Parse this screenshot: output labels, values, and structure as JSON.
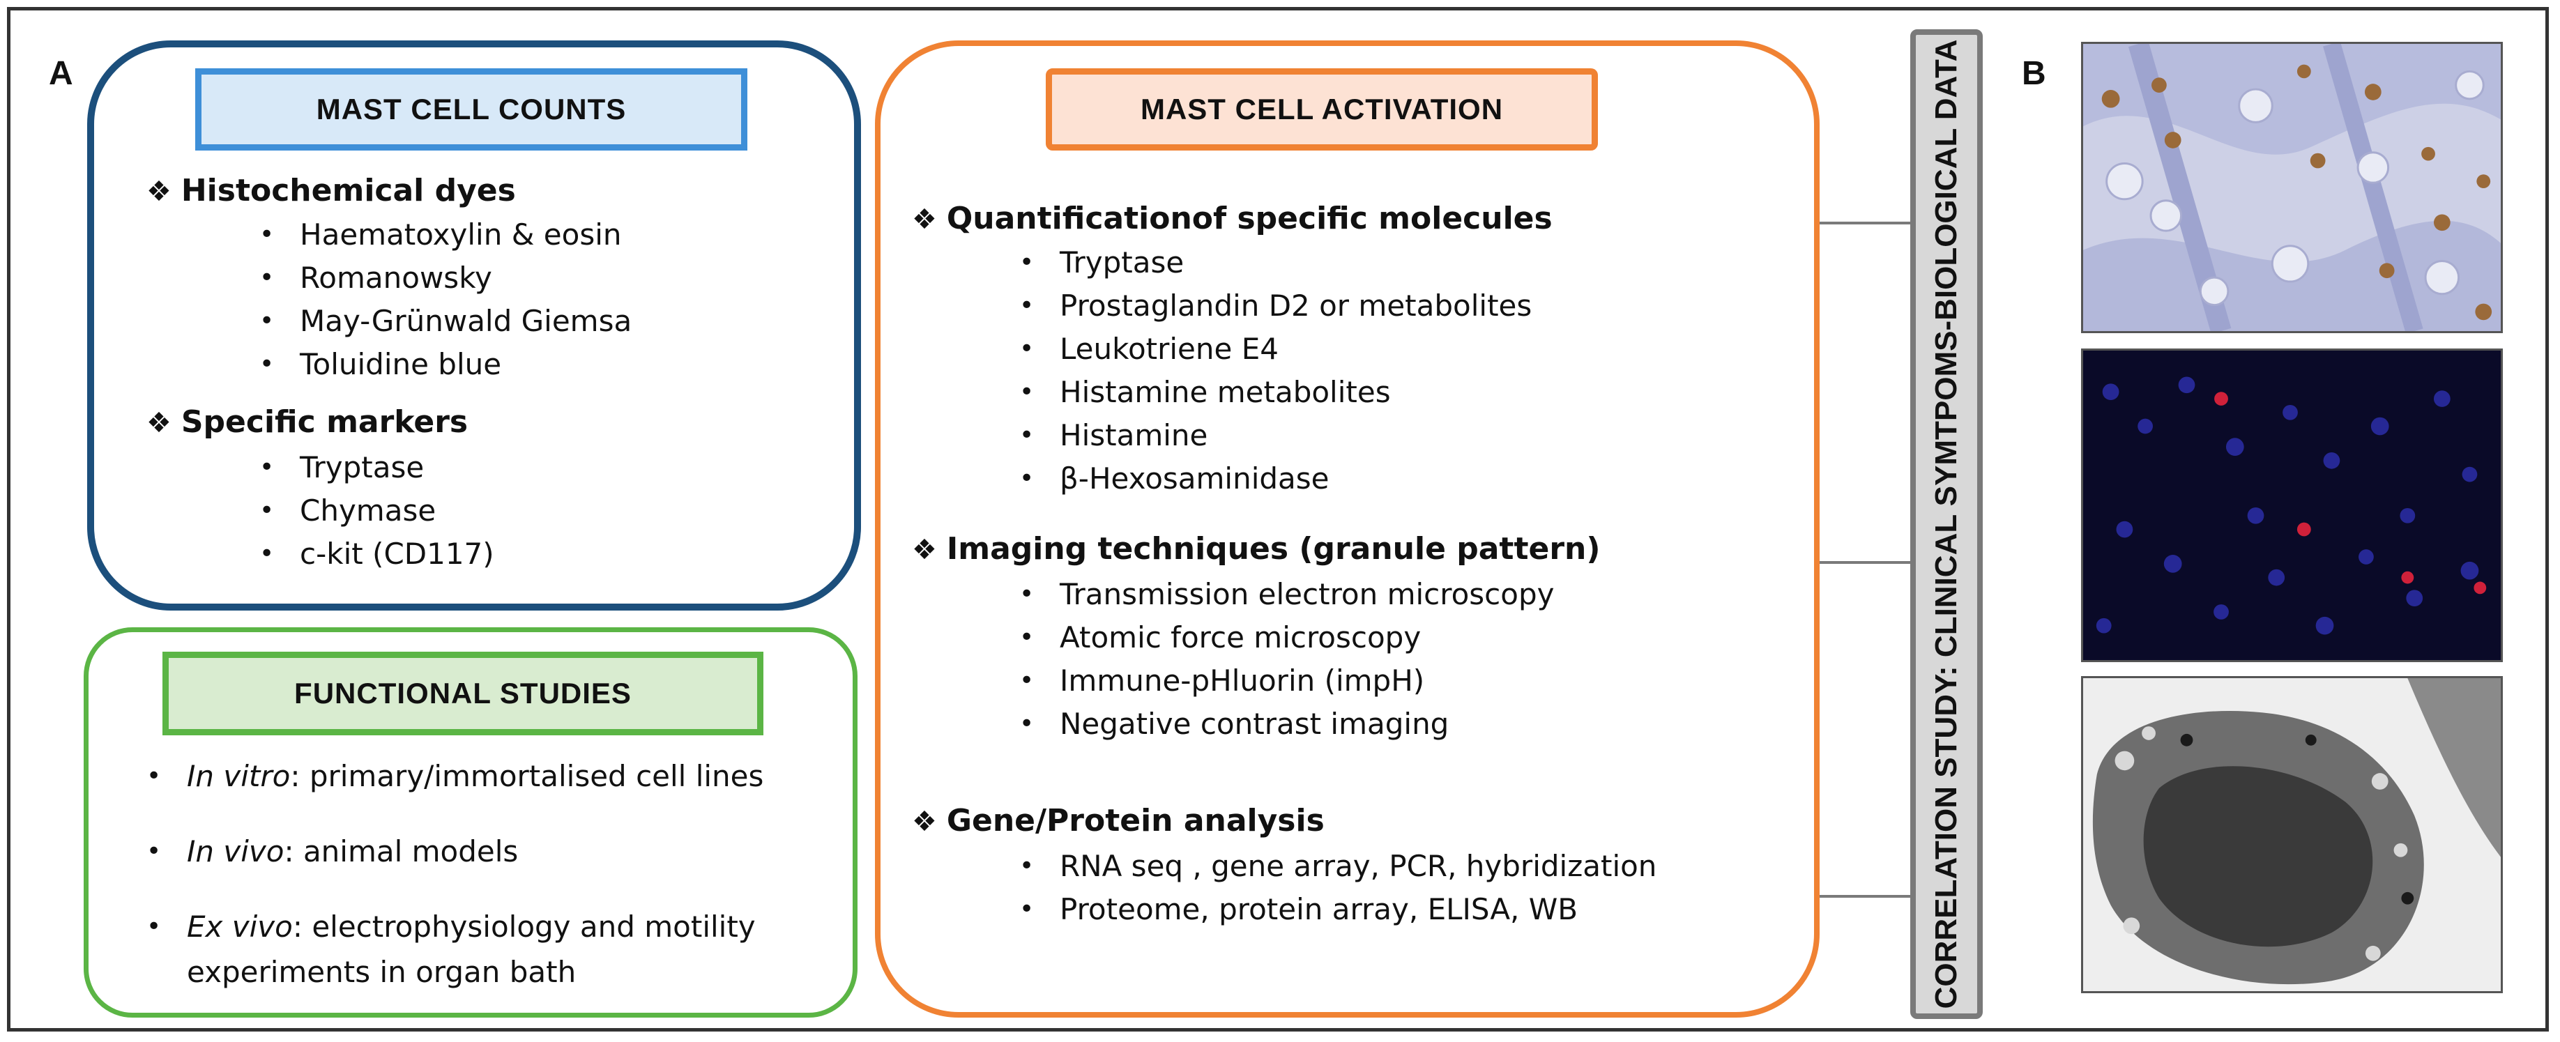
{
  "panel_a": "A",
  "panel_b": "B",
  "mast_cell_counts": {
    "title": "MAST CELL COUNTS",
    "histochemical": {
      "heading": "Histochemical dyes",
      "items": [
        "Haematoxylin & eosin",
        "Romanowsky",
        "May-Grünwald Giemsa",
        "Toluidine blue"
      ]
    },
    "markers": {
      "heading": "Specific markers",
      "items": [
        "Tryptase",
        "Chymase",
        "c-kit (CD117)"
      ]
    }
  },
  "functional_studies": {
    "title": "FUNCTIONAL STUDIES",
    "items": [
      {
        "em": "In vitro",
        "rest": ": primary/immortalised cell lines"
      },
      {
        "em": "In vivo",
        "rest": ":  animal models"
      },
      {
        "em": "Ex vivo",
        "rest": ": electrophysiology and motility"
      }
    ],
    "continuation": "experiments in organ bath"
  },
  "mast_cell_activation": {
    "title": "MAST CELL ACTIVATION",
    "quantification": {
      "heading": "Quantificationof  specific molecules",
      "items": [
        "Tryptase",
        "Prostaglandin D2 or metabolites",
        "Leukotriene E4",
        "Histamine metabolites",
        "Histamine",
        "β-Hexosaminidase"
      ]
    },
    "imaging": {
      "heading": "Imaging techniques (granule pattern)",
      "items": [
        "Transmission electron microscopy",
        "Atomic force microscopy",
        "Immune-pHluorin (impH)",
        "Negative contrast imaging"
      ]
    },
    "gene": {
      "heading": "Gene/Protein analysis",
      "items": [
        "RNA seq ,  gene array, PCR, hybridization",
        "Proteome, protein array, ELISA, WB"
      ]
    }
  },
  "correlation_label": "CORRELATION STUDY: CLINICAL SYMTPOMS-BIOLOGICAL DATA",
  "colors": {
    "counts_border": "#1c4f7c",
    "functional_border": "#5bb545",
    "activation_border": "#f08233",
    "bar_fill": "#d8d8d8"
  }
}
